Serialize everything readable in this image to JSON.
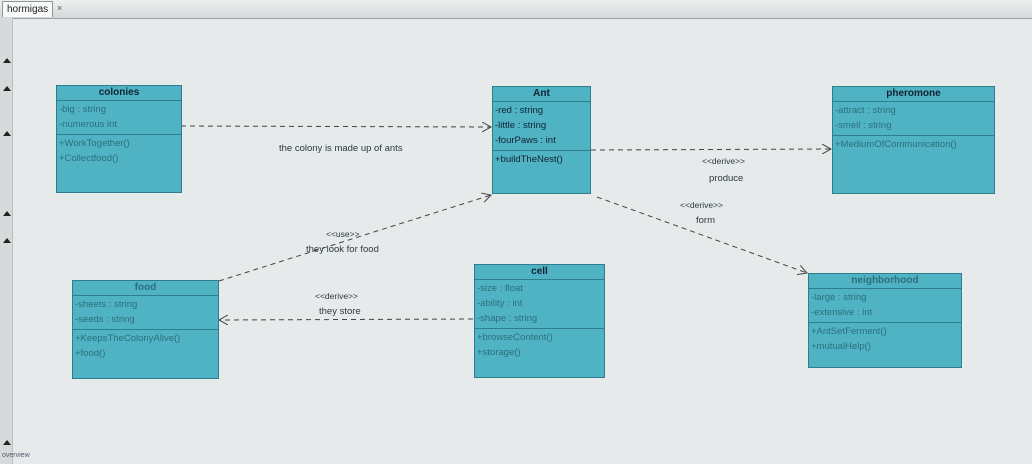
{
  "tab": {
    "label": "hormigas",
    "close": "×"
  },
  "classes": {
    "colonies": {
      "name": "colonies",
      "attributes": [
        "-big : string",
        "-numerous int"
      ],
      "operations": [
        "+WorkTogether()",
        "+Collectfood()"
      ]
    },
    "ant": {
      "name": "Ant",
      "attributes": [
        "-red : string",
        "-little : string",
        "-fourPaws : int"
      ],
      "operations": [
        "+buildTheNest()"
      ]
    },
    "pheromone": {
      "name": "pheromone",
      "attributes": [
        "-attract : string",
        "-smell : string"
      ],
      "operations": [
        "+MediumOfCommunication()"
      ]
    },
    "food": {
      "name": "food",
      "attributes": [
        "-sheets : string",
        "-seeds : string"
      ],
      "operations": [
        "+KeepsTheColonyAlive()",
        "+food()"
      ]
    },
    "cell": {
      "name": "cell",
      "attributes": [
        "-size : float",
        "-ability : int",
        "-shape : string"
      ],
      "operations": [
        "+browseContent()",
        "+storage()"
      ]
    },
    "neighborhood": {
      "name": "neighborhood",
      "attributes": [
        "-large : string",
        "-extensive : int"
      ],
      "operations": [
        "+AntSetFerment()",
        "+mutualHelp()"
      ]
    }
  },
  "relations": {
    "colonies_ant": "the colony is made up of ants",
    "ant_pheromone": {
      "stereotype": "<<derive>>",
      "label": "produce"
    },
    "ant_neighborhood": {
      "stereotype": "<<derive>>",
      "label": "form"
    },
    "food_ant": {
      "stereotype": "<<use>>",
      "label": "they look for food"
    },
    "cell_food": {
      "stereotype": "<<derive>>",
      "label": "they store"
    }
  },
  "status": "overview"
}
